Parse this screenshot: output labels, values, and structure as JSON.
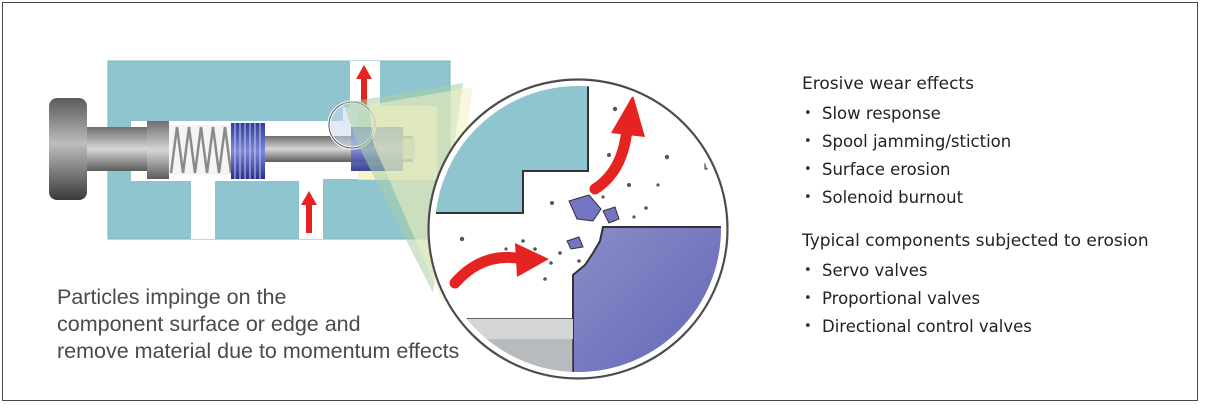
{
  "caption": {
    "lines": [
      "Particles impinge on the",
      "component surface or edge and",
      "remove material due to momentum effects"
    ]
  },
  "erosive_wear": {
    "title": "Erosive wear effects",
    "items": [
      "Slow response",
      "Spool jamming/stiction",
      "Surface erosion",
      "Solenoid burnout"
    ]
  },
  "components": {
    "title": "Typical components subjected to erosion",
    "items": [
      "Servo valves",
      "Proportional valves",
      "Directional control valves"
    ]
  },
  "colors": {
    "valve_body": "#8ec5ce",
    "highlight": "#f3f0c3",
    "magnifier_green": "#a8cfa8",
    "flow_arrow": "#e52421",
    "spool_blue": "#6a74c4",
    "wear_surface": "#7c7dc0"
  },
  "icons": [
    "valve-diagram",
    "magnifier-circle",
    "flow-arrow",
    "particle"
  ]
}
